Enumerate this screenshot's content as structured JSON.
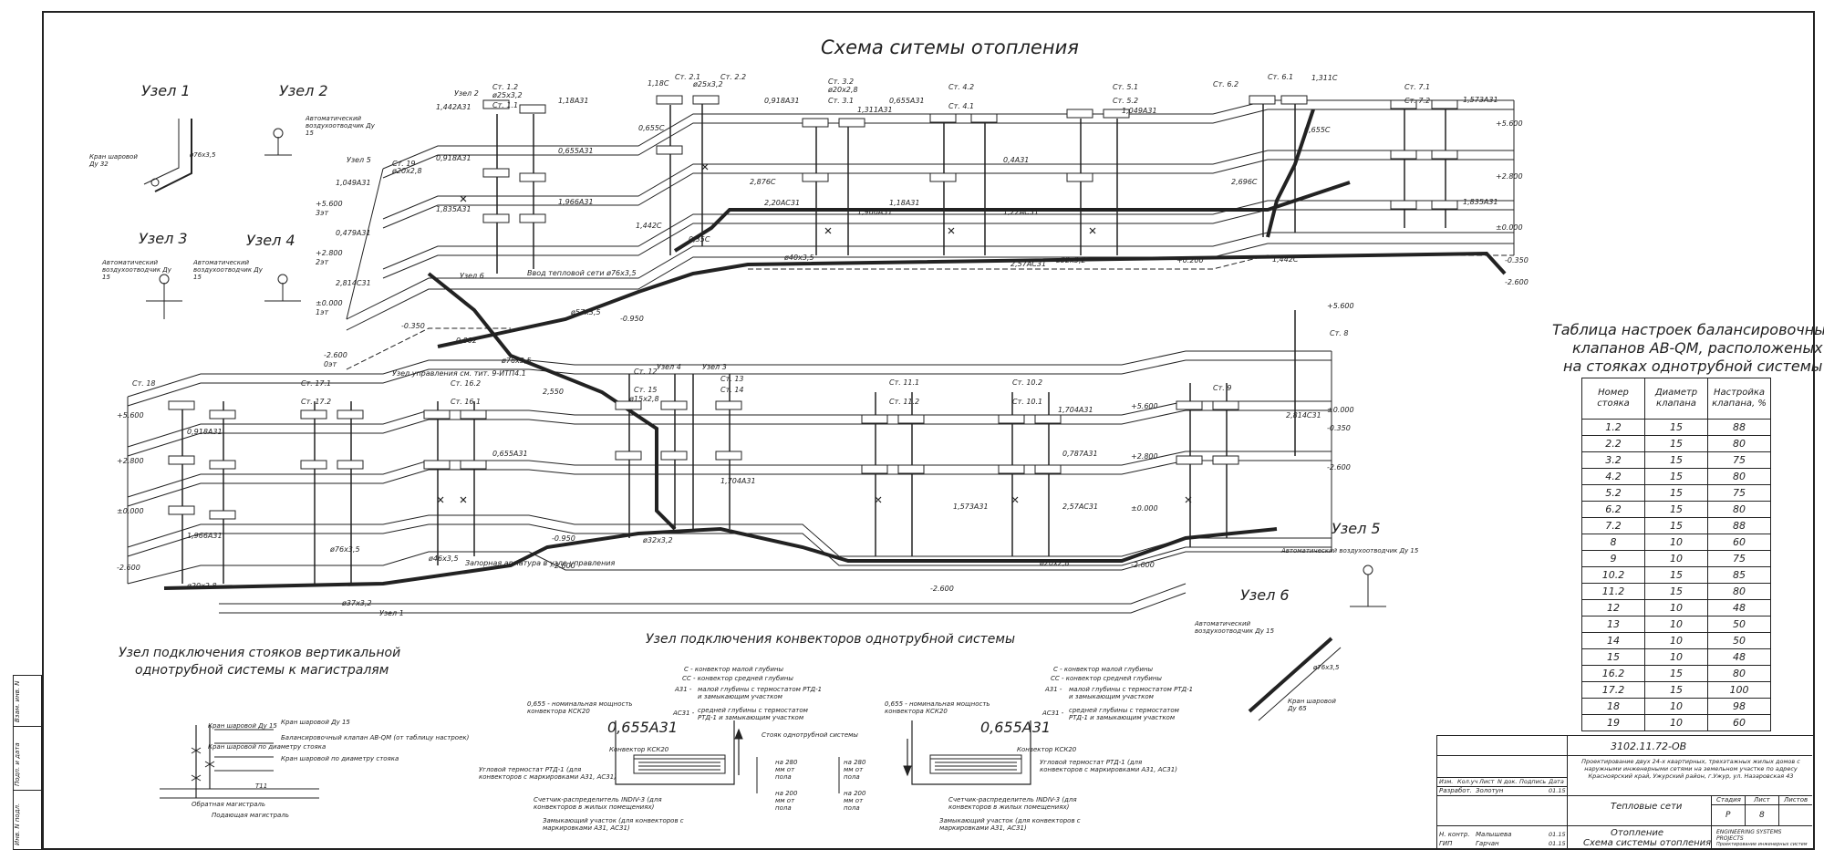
{
  "drawing": {
    "title": "Схема ситемы отопления",
    "nodes": {
      "u1": "Узел 1",
      "u2": "Узел 2",
      "u3": "Узел 3",
      "u4": "Узел 4",
      "u5": "Узел 5",
      "u6": "Узел 6"
    },
    "node_notes": {
      "tap32": "Кран шаровой Ду 32",
      "pipe76": "ø76х3,5",
      "air15a": "Автоматический воздухоотводчик Ду 15",
      "air15b": "Автоматический воздухоотводчик Ду 15",
      "air15c": "Автоматический воздухоотводчик Ду 15",
      "air15d": "Автоматический воздухоотводчик Ду 15",
      "air15e": "Автоматический воздухоотводчик Ду 15",
      "tap65": "Кран шаровой Ду 65",
      "pipe76b": "ø76х3,5"
    },
    "levels": {
      "l5600": "+5.600",
      "l2800": "+2.800",
      "l0000": "±0.000",
      "lm2600": "-2.600",
      "lm350": "-0.350",
      "lm950": "-0.950",
      "l200": "+0.200",
      "et3": "3эт",
      "et2": "2эт",
      "et1": "1эт",
      "et0": "0эт"
    },
    "labels": {
      "a1": "Узел 2",
      "a2": "Ст. 1.2",
      "a3": "ø25х3,2",
      "a4": "Ст. 1.1",
      "a5": "1,442А31",
      "a6": "1,18А31",
      "a7": "0,918А31",
      "a8": "0,655А31",
      "a9": "1,966А31",
      "a10": "1,835А31",
      "a11": "Узел 5",
      "a12": "Ст. 19",
      "a13": "ø20х2,8",
      "a14": "1,049А31",
      "a15": "0,479А31",
      "a16": "2,814С31",
      "a17": "Узел 6",
      "a18": "Ввод тепловой сети ø76х3,5",
      "a19": "Узел управления см. тит. 9-ИТП4.1",
      "a20": "0,002",
      "a21": "ø76х3,5",
      "a22": "ø57х3,5",
      "a23": "Ст. 2.1",
      "a24": "Ст. 2.2",
      "a25": "ø25х3,2",
      "a26": "1,18С",
      "a27": "0,655С",
      "a28": "1,442С",
      "a29": "0,35С",
      "a30": "2,876С",
      "a31": "Ст. 3.2",
      "a32": "Ст. 3.1",
      "a33": "ø20х2,8",
      "a34": "1,311А31",
      "a35": "0,918А31",
      "a36": "1,966А31",
      "a37": "2,20АС31",
      "a38": "ø40х3,5",
      "a39": "Ст. 4.2",
      "a40": "Ст. 4.1",
      "a41": "0,655А31",
      "a42": "0,4А31",
      "a43": "1,18А31",
      "a44": "1,22АС31",
      "a45": "2,57АС31",
      "a46": "ø32х3,2",
      "a47": "Ст. 5.1",
      "a48": "Ст. 5.2",
      "a49": "1,049А31",
      "a50": "Ст. 6.2",
      "a51": "Ст. 6.1",
      "a52": "1,311С",
      "a53": "0,655С",
      "a54": "2,696С",
      "a55": "1,442С",
      "a56": "Ст. 7.1",
      "a57": "Ст. 7.2",
      "a58": "1,573А31",
      "a59": "1,835А31",
      "a60": "Ст. 8",
      "a61": "Ст. 9",
      "a62": "2,814С31",
      "a63": "Ст. 10.2",
      "a64": "Ст. 10.1",
      "a65": "1,704А31",
      "a66": "0,787А31",
      "a67": "2,57АС31",
      "a68": "ø20х2,8",
      "a69": "Ст. 11.1",
      "a70": "Ст. 11.2",
      "a71": "1,573А31",
      "a72": "Ст. 12",
      "a73": "Ст. 15",
      "a74": "ø15х2,8",
      "a75": "1,704А31",
      "a76": "Ст. 13",
      "a77": "Ст. 14",
      "a78": "ø32х3,2",
      "a79": "Ст. 16.2",
      "a80": "Ст. 16.1",
      "a81": "Ст. 17.1",
      "a82": "Ст. 17.2",
      "a83": "Ст. 18",
      "a84": "0,918А31",
      "a85": "1,966А31",
      "a86": "ø20х2,8",
      "a87": "Запорная арматура в узле управления",
      "a88": "Узел 1",
      "a89": "ø37х3,2",
      "a90": "ø46х3,5",
      "a91": "ø76х3,5",
      "a92": "2,550",
      "a93": "0,655А31",
      "a94": "Узел 4",
      "a95": "Узел 3"
    },
    "riser": {
      "title1": "Узел подключения стояков вертикальной",
      "title2": "однотрубной системы к магистралям",
      "n1": "Кран шаровой Ду 15",
      "n2": "Кран шаровой по диаметру стояка",
      "n3": "Кран шаровой Ду 15",
      "n4": "Балансировочный клапан AB-QM (от таблицу настроек)",
      "n5": "Кран шаровой по диаметру стояка",
      "n6": "Обратная магистраль",
      "n7": "Подающая магистраль",
      "n8": "Т11"
    },
    "convector": {
      "title": "Узел подключения конвекторов однотрубной системы",
      "legend_c": "С - конвектор малой глубины",
      "legend_cc": "СС - конвектор средней глубины",
      "legend_a31": "малой глубины с термостатом РТД-1 и замыкающим участком",
      "legend_ac31": "средней глубины с термостатом РТД-1 и замыкающим участком",
      "power_note": "0,655 - номинальная мощность конвектора КСК20",
      "big_label": "0,655А31",
      "ksk": "Конвектор КСК20",
      "thermo": "Угловой термостат РТД-1 (для конвекторов с маркировками А31, АС31)",
      "counter": "Счетчик-распределитель INDIV-3 (для конвекторов в жилых помещениях)",
      "closing": "Замыкающий участок (для конвекторов с маркировками А31, АС31)",
      "riser_note": "Стояк однотрубной системы",
      "h280": "на 280 мм от пола",
      "h200": "на 200 мм от пола",
      "a31": "А31 -",
      "ac31": "АС31 -"
    },
    "valve_table": {
      "title1": "Таблица настроек балансировочных",
      "title2": "клапанов AB-QM, расположеных",
      "title3": "на стояках однотрубной системы",
      "headers": [
        "Номер стояка",
        "Диаметр клапана",
        "Настройка клапана, %"
      ],
      "rows": [
        [
          "1.2",
          "15",
          "88"
        ],
        [
          "2.2",
          "15",
          "80"
        ],
        [
          "3.2",
          "15",
          "75"
        ],
        [
          "4.2",
          "15",
          "80"
        ],
        [
          "5.2",
          "15",
          "75"
        ],
        [
          "6.2",
          "15",
          "80"
        ],
        [
          "7.2",
          "15",
          "88"
        ],
        [
          "8",
          "10",
          "60"
        ],
        [
          "9",
          "10",
          "75"
        ],
        [
          "10.2",
          "15",
          "85"
        ],
        [
          "11.2",
          "15",
          "80"
        ],
        [
          "12",
          "10",
          "48"
        ],
        [
          "13",
          "10",
          "50"
        ],
        [
          "14",
          "10",
          "50"
        ],
        [
          "15",
          "10",
          "48"
        ],
        [
          "16.2",
          "15",
          "80"
        ],
        [
          "17.2",
          "15",
          "100"
        ],
        [
          "18",
          "10",
          "98"
        ],
        [
          "19",
          "10",
          "60"
        ]
      ]
    },
    "stamp": {
      "code": "3102.11.72-ОВ",
      "project": "Проектирование двух 24-х квартирных, трехэтажных жилых домов с наружными инженерными сетями на земельном участке по адресу Красноярский край, Ужурский район, г.Ужур, ул. Назаровская 43",
      "cols": [
        "Изм.",
        "Кол.уч",
        "Лист",
        "N док.",
        "Подпись",
        "Дата"
      ],
      "developed": "Разработ.",
      "dev_name": "Золотун",
      "date": "01.15",
      "section": "Тепловые сети",
      "stage_h": "Стадия",
      "sheet_h": "Лист",
      "sheets_h": "Листов",
      "stage": "Р",
      "sheet": "8",
      "nkontr": "Н. контр.",
      "nk_name": "Малышева",
      "gip": "ГИП",
      "gip_name": "Гарчан",
      "sheet_title1": "Отопление",
      "sheet_title2": "Схема системы отопления",
      "company": "ENGINEERING SYSTEMS PROJECTS",
      "company_sub": "Проектирование инженерных систем"
    },
    "sidebar": {
      "inv": "Инв. N подл.",
      "sign": "Подп. и дата",
      "vzam": "Взам. инв. N"
    }
  }
}
